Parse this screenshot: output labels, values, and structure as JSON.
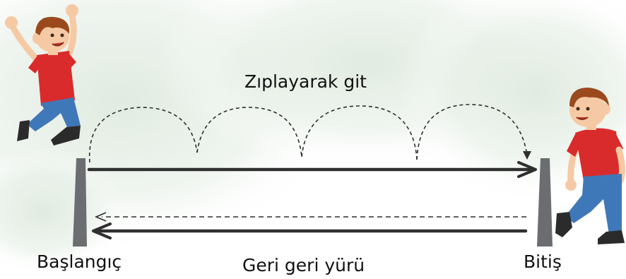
{
  "labels": {
    "instruction_top": "Zıplayarak git",
    "instruction_bottom": "Geri geri yürü",
    "start": "Başlangıç",
    "finish": "Bitiş"
  },
  "colors": {
    "background": "#ffffff",
    "wash": "#e4eee4",
    "line": "#2f2f2f",
    "post": "#6b6d70",
    "shirt": "#d92b2b",
    "jeans": "#3f78b8",
    "hair": "#9a4a1c",
    "skin": "#f6c9a5",
    "shoe": "#2b2b2b"
  },
  "figures": {
    "jumping_child": "jumping-boy",
    "walking_child": "walking-boy"
  }
}
